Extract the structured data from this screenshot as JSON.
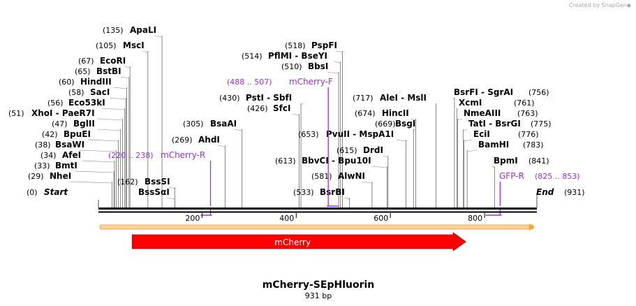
{
  "branding": "Created by SnapGene",
  "title": "mCherry-SEpHluorin",
  "length_label": "931 bp",
  "sequence_length": 931,
  "ticks": [
    "200",
    "400",
    "600",
    "800"
  ],
  "start_label": {
    "pos": "(0)",
    "name": "Start"
  },
  "end_label": {
    "pos": "(931)",
    "name": "End"
  },
  "sites": [
    {
      "pos": "(29)",
      "name": "NheI",
      "bp": 29
    },
    {
      "pos": "(33)",
      "name": "BmtI",
      "bp": 33
    },
    {
      "pos": "(34)",
      "name": "AfeI",
      "bp": 34
    },
    {
      "pos": "(38)",
      "name": "BsaWI",
      "bp": 38
    },
    {
      "pos": "(42)",
      "name": "BpuEI",
      "bp": 42
    },
    {
      "pos": "(47)",
      "name": "BglII",
      "bp": 47
    },
    {
      "pos": "(51)",
      "name": "XhoI  - PaeR7I",
      "bp": 51
    },
    {
      "pos": "(56)",
      "name": "Eco53kI",
      "bp": 56
    },
    {
      "pos": "(58)",
      "name": "SacI",
      "bp": 58
    },
    {
      "pos": "(60)",
      "name": "HindIII",
      "bp": 60
    },
    {
      "pos": "(65)",
      "name": "BstBI",
      "bp": 65
    },
    {
      "pos": "(67)",
      "name": "EcoRI",
      "bp": 67
    },
    {
      "pos": "(105)",
      "name": "MscI",
      "bp": 105
    },
    {
      "pos": "(135)",
      "name": "ApaLI",
      "bp": 135
    },
    {
      "pos": "(162)",
      "name": "BssSI",
      "bp": 162
    },
    {
      "pos": "",
      "name": "BssSαI",
      "bp": 162
    },
    {
      "pos": "(269)",
      "name": "AhdI",
      "bp": 269
    },
    {
      "pos": "(305)",
      "name": "BsaAI",
      "bp": 305
    },
    {
      "pos": "(426)",
      "name": "SfcI",
      "bp": 426
    },
    {
      "pos": "(430)",
      "name": "PstI  - SbfI",
      "bp": 430
    },
    {
      "pos": "(510)",
      "name": "BbsI",
      "bp": 510
    },
    {
      "pos": "(514)",
      "name": "PflMI  - BseYI",
      "bp": 514
    },
    {
      "pos": "(518)",
      "name": "PspFI",
      "bp": 518
    },
    {
      "pos": "(533)",
      "name": "BsrBI",
      "bp": 533
    },
    {
      "pos": "(581)",
      "name": "AlwNI",
      "bp": 581
    },
    {
      "pos": "(613)",
      "name": "BbvCI  - Bpu10I",
      "bp": 613
    },
    {
      "pos": "(615)",
      "name": "DrdI",
      "bp": 615
    },
    {
      "pos": "(653)",
      "name": "PvuII  - MspA1I",
      "bp": 653
    },
    {
      "pos": "(669)",
      "name": "BsgI",
      "bp": 669
    },
    {
      "pos": "(674)",
      "name": "HincII",
      "bp": 674
    },
    {
      "pos": "(717)",
      "name": "AleI  - MslI",
      "bp": 717
    },
    {
      "pos": "(756)",
      "name": "BsrFI  - SgrAI",
      "bp": 756
    },
    {
      "pos": "(761)",
      "name": "XcmI",
      "bp": 761
    },
    {
      "pos": "(763)",
      "name": "NmeAIII",
      "bp": 763
    },
    {
      "pos": "(775)",
      "name": "TatI  - BsrGI",
      "bp": 775
    },
    {
      "pos": "(776)",
      "name": "EciI",
      "bp": 776
    },
    {
      "pos": "(783)",
      "name": "BamHI",
      "bp": 783
    },
    {
      "pos": "(841)",
      "name": "BpmI",
      "bp": 841
    }
  ],
  "primers": [
    {
      "name": "mCherry-R",
      "range": "(220 .. 238)",
      "start": 220,
      "end": 238,
      "direction": "reverse"
    },
    {
      "name": "mCherry-F",
      "range": "(488 .. 507)",
      "start": 488,
      "end": 507,
      "direction": "forward"
    },
    {
      "name": "GFP-R",
      "range": "(825 .. 853)",
      "start": 825,
      "end": 853,
      "direction": "reverse"
    }
  ],
  "features": [
    {
      "name": "mCherry",
      "color": "#ff0000",
      "start": 73,
      "end": 780
    }
  ],
  "colors": {
    "primer": "#9b30d9",
    "feature": "#ff0000",
    "orf": "#f2a640"
  }
}
